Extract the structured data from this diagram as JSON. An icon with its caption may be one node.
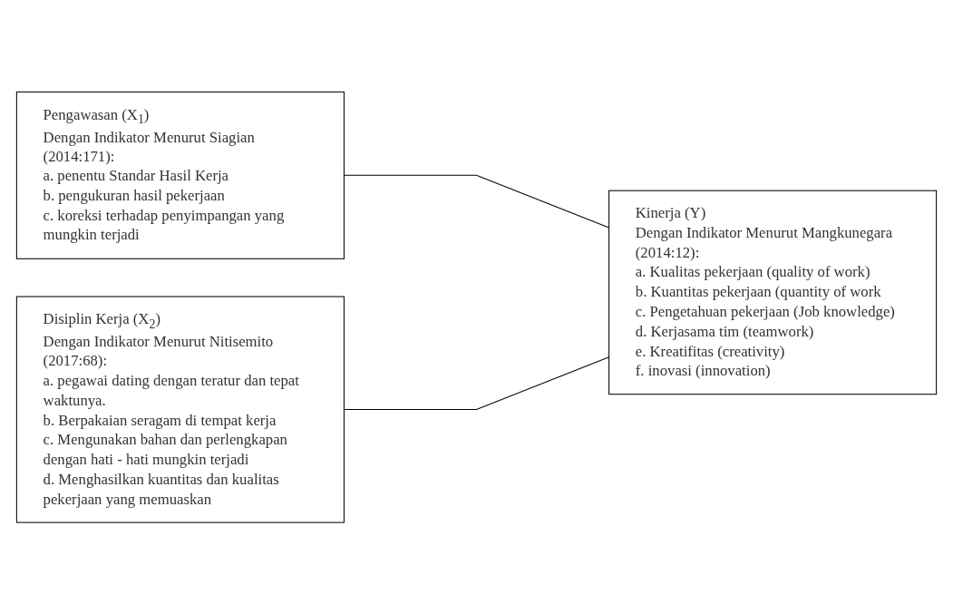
{
  "diagram": {
    "nodes": [
      {
        "text": [
          "Pengawasan (X$_{1}$)",
          "Dengan Indikator Menurut Siagian (2014:171):",
          "a. penentu Standar Hasil Kerja",
          "b. pengukuran hasil pekerjaan",
          "c. koreksi terhadap penyimpangan yang mungkin terjadi"
        ]
      },
      {
        "text": [
          "Disiplin Kerja (X$_{2}$)",
          "Dengan Indikator Menurut Nitisemito (2017:68):",
          "a. pegawai dating dengan teratur dan tepat waktunya.",
          "b. Berpakaian seragam di tempat kerja",
          "c. Mengunakan bahan dan perlengkapan dengan hati - hati mungkin terjadi",
          "d. Menghasilkan kuantitas dan kualitas pekerjaan yang memuaskan"
        ]
      },
      {
        "text": [
          "Kinerja (Y)",
          "Dengan Indikator Menurut Mangkunegara (2014:12):",
          "a. Kualitas pekerjaan (quality of work)",
          "b. Kuantitas pekerjaan (quantity of work",
          "c. Pengetahuan pekerjaan (Job knowledge)",
          "d. Kerjasama tim (teamwork)",
          "e. Kreatifitas (creativity)",
          "f. inovasi (innovation)"
        ]
      }
    ],
    "edges": [
      {
        "from": 0,
        "to": 2,
        "arrow": "none"
      },
      {
        "from": 1,
        "to": 2,
        "arrow": "none"
      }
    ]
  }
}
